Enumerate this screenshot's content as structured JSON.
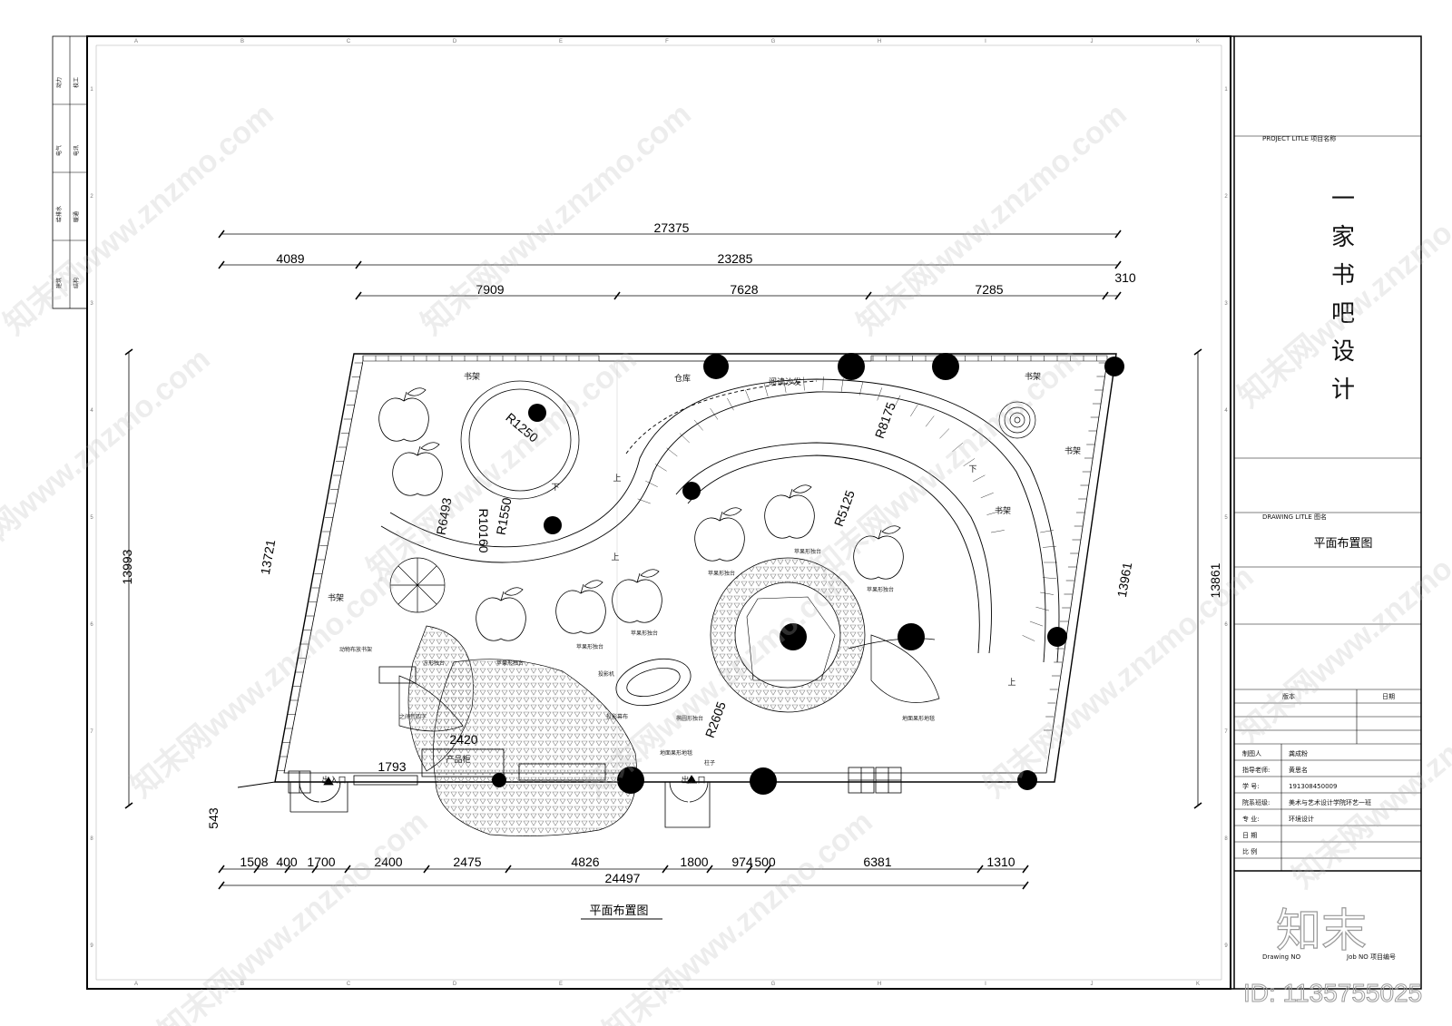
{
  "drawing": {
    "caption": "平面布置图",
    "room_labels": {
      "shelf_tl": "书架",
      "storage": "仓库",
      "sofa": "阅读沙发",
      "shelf_tr": "书架",
      "shelf_r": "书架",
      "shelf_mid": "书架",
      "shelf_l": "书架",
      "product": "产品柜",
      "exit_l": "出入口",
      "exit_r": "出入口",
      "up1": "上",
      "up2": "上",
      "up3": "上",
      "down1": "下",
      "down2": "下",
      "pillar": "柱子"
    },
    "small_labels": {
      "apple1": "苹果形独台",
      "apple2": "苹果形独台",
      "apple3": "苹果形独台",
      "apple4": "苹果形独台",
      "apple5": "苹果形独台",
      "apple6": "苹果形独台",
      "floor_l": "之间荒四字",
      "square": "方形独台",
      "projector": "投影机",
      "projector_bg": "投影幕布",
      "oval": "椭圆形独台",
      "ground": "地面果形地毯",
      "ground2": "地面果形地毯",
      "animal": "动物布放书架"
    },
    "dims_top": [
      "27375",
      "4089",
      "23285",
      "7909",
      "7628",
      "7285",
      "310"
    ],
    "dims_bottom": [
      "1508",
      "400",
      "1700",
      "2400",
      "2475",
      "4826",
      "1800",
      "974",
      "500",
      "6381",
      "1310",
      "24497"
    ],
    "dims_inner": [
      "2420",
      "1793"
    ],
    "dims_side": [
      "13993",
      "13721",
      "13961",
      "13861",
      "543"
    ],
    "radii": [
      "R1250",
      "R6493",
      "R10160",
      "R1550",
      "R8175",
      "R5125",
      "R2605"
    ],
    "grid_cols": [
      "A",
      "B",
      "C",
      "D",
      "E",
      "F",
      "G",
      "H",
      "I",
      "J",
      "K"
    ],
    "grid_rows": [
      "1",
      "2",
      "3",
      "4",
      "5",
      "6",
      "7",
      "8",
      "9"
    ]
  },
  "side_strip": [
    "动力",
    "校工",
    "电气",
    "电讯",
    "给排水",
    "暖通",
    "建筑",
    "结构"
  ],
  "title_block": {
    "project_label": "PROJECT LITLE  项目名称",
    "project_title": "一家书吧设计",
    "drawing_label": "DRAWING LITLE  图名",
    "drawing_name": "平面布置图",
    "version_label": "版本",
    "date_label": "日期",
    "rows": [
      {
        "key": "制图人",
        "val": "龚成粉"
      },
      {
        "key": "指导老师:",
        "val": "黄思名"
      },
      {
        "key": "学    号:",
        "val": "191308450009"
      },
      {
        "key": "院系班级:",
        "val": "美术与艺术设计学院环艺一班"
      },
      {
        "key": "专    业:",
        "val": "环境设计"
      },
      {
        "key": "日    期",
        "val": ""
      },
      {
        "key": "比    例",
        "val": ""
      }
    ],
    "drawing_no": "Drawing NO",
    "job_no": "Job NO  项目编号"
  },
  "watermark": {
    "text": "知末网www.znzmo.com",
    "logo": "知末",
    "id": "ID: 1135755025"
  }
}
